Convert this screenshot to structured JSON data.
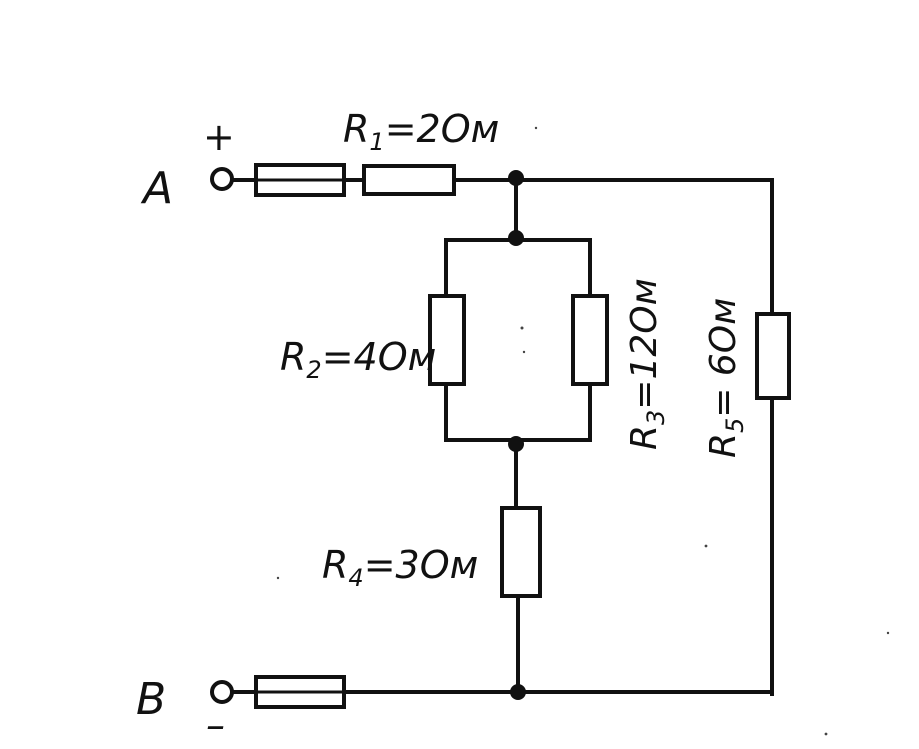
{
  "terminals": {
    "a": {
      "name": "A",
      "polarity": "+"
    },
    "b": {
      "name": "B",
      "polarity": "–"
    }
  },
  "resistors": [
    {
      "id": "r1",
      "symbol": "R",
      "index": "1",
      "value": "=2Ом"
    },
    {
      "id": "r2",
      "symbol": "R",
      "index": "2",
      "value": "=4Ом"
    },
    {
      "id": "r3",
      "symbol": "R",
      "index": "3",
      "value": "=12Ом"
    },
    {
      "id": "r4",
      "symbol": "R",
      "index": "4",
      "value": "=3Ом"
    },
    {
      "id": "r5",
      "symbol": "R",
      "index": "5",
      "value": "= 6Ом"
    }
  ],
  "colors": {
    "ink": "#111111",
    "paper": "#ffffff"
  }
}
